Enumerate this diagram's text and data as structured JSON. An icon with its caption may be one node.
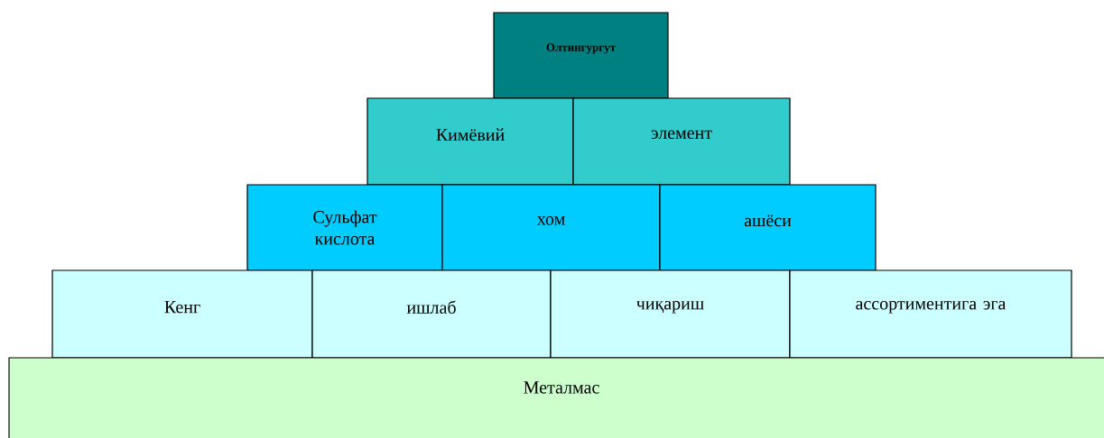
{
  "diagram": {
    "nodes": [
      {
        "text": [
          "Олтингургут"
        ]
      },
      {
        "text": [
          "Кимёвий"
        ]
      },
      {
        "text": [
          "элемент"
        ]
      },
      {
        "text": [
          "Сульфат кислота"
        ]
      },
      {
        "text": [
          "хом"
        ]
      },
      {
        "text": [
          "ашёси"
        ]
      },
      {
        "text": [
          "Кенг"
        ]
      },
      {
        "text": [
          "ишлаб"
        ]
      },
      {
        "text": [
          "чиқариш"
        ]
      },
      {
        "text": [
          "ассортиментига эга"
        ]
      },
      {
        "text": [
          "Металмас"
        ]
      }
    ]
  }
}
